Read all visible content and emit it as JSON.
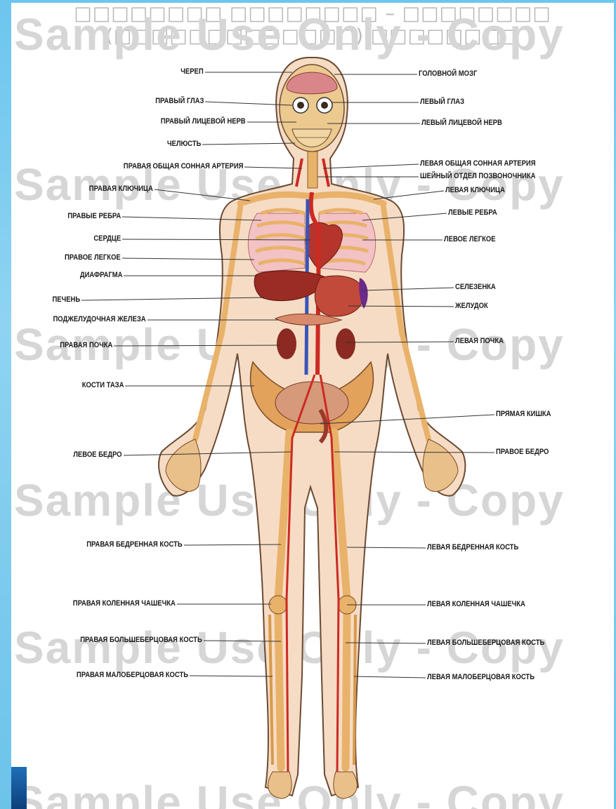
{
  "header": {
    "title_line1": "□□□□□□□□ □□□□□□□□ – □□□□□□□□",
    "title_line2": "(□□□□□□□□□□□□□) □□□□□□□□"
  },
  "watermark": {
    "text": "Sample Use Only - Copy"
  },
  "labels_left": [
    "ЧЕРЕП",
    "ПРАВЫЙ ГЛАЗ",
    "ПРАВЫЙ ЛИЦЕВОЙ НЕРВ",
    "ЧЕЛЮСТЬ",
    "ПРАВАЯ ОБЩАЯ СОННАЯ АРТЕРИЯ",
    "ПРАВАЯ КЛЮЧИЦА",
    "ПРАВЫЕ РЕБРА",
    "СЕРДЦЕ",
    "ПРАВОЕ ЛЕГКОЕ",
    "ДИАФРАГМА",
    "ПЕЧЕНЬ",
    "ПОДЖЕЛУДОЧНАЯ ЖЕЛЕЗА",
    "ПРАВАЯ ПОЧКА",
    "КОСТИ ТАЗА",
    "ЛЕВОЕ БЕДРО",
    "ПРАВАЯ БЕДРЕННАЯ КОСТЬ",
    "ПРАВАЯ КОЛЕННАЯ ЧАШЕЧКА",
    "ПРАВАЯ БОЛЬШЕБЕРЦОВАЯ КОСТЬ",
    "ПРАВАЯ МАЛОБЕРЦОВАЯ КОСТЬ"
  ],
  "labels_right": [
    "ГОЛОВНОЙ МОЗГ",
    "ЛЕВЫЙ ГЛАЗ",
    "ЛЕВЫЙ ЛИЦЕВОЙ НЕРВ",
    "ЛЕВАЯ ОБЩАЯ СОННАЯ АРТЕРИЯ",
    "ШЕЙНЫЙ ОТДЕЛ ПОЗВОНОЧНИКА",
    "ЛЕВАЯ КЛЮЧИЦА",
    "ЛЕВЫЕ РЕБРА",
    "ЛЕВОЕ ЛЕГКОЕ",
    "СЕЛЕЗЕНКА",
    "ЖЕЛУДОК",
    "ЛЕВАЯ ПОЧКА",
    "ПРЯМАЯ КИШКА",
    "ПРАВОЕ БЕДРО",
    "ЛЕВАЯ БЕДРЕННАЯ КОСТЬ",
    "ЛЕВАЯ КОЛЕННАЯ ЧАШЕЧКА",
    "ЛЕВАЯ БОЛЬШЕБЕРЦОВАЯ КОСТЬ",
    "ЛЕВАЯ МАЛОБЕРЦОВАЯ КОСТЬ"
  ],
  "colors": {
    "background": "#7ccbee",
    "skin": "#f6dcc4",
    "bone": "#e9b26a",
    "artery": "#cc2a22",
    "organ": "#b5352c",
    "lung": "#f2c2c4",
    "label": "#1a1a1a",
    "watermark": "#d6d6d6"
  }
}
